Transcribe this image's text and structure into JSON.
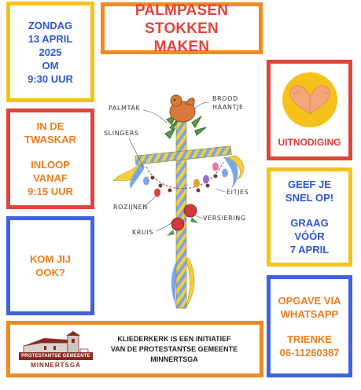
{
  "date_box": {
    "lines": [
      "ZONDAG",
      "13 APRIL",
      "2025",
      "OM",
      "9:30 UUR"
    ]
  },
  "title": {
    "line1": "PALMPASEN STOKKEN",
    "line2": "MAKEN"
  },
  "invitation": {
    "label": "UITNODIGING"
  },
  "place_box": {
    "line1": "IN DE",
    "line2": "TWASKAR",
    "line3": "INLOOP",
    "line4": "VANAF",
    "line5": "9:15 UUR"
  },
  "signup_box": {
    "line1": "GEEF JE",
    "line2": "SNEL OP!",
    "line3": "GRAAG",
    "line4": "VÓÓR",
    "line5": "7 APRIL"
  },
  "question_box": {
    "line1": "KOM JIJ",
    "line2": "OOK?"
  },
  "whatsapp_box": {
    "line1": "OPGAVE VIA",
    "line2": "WHATSAPP",
    "line3": "TRIENKE",
    "line4": "06-11260387"
  },
  "footer": {
    "logo_name": "PROTESTANTSE GEMEENTE",
    "logo_town": "MINNERTSGA",
    "line1": "KLIEDERKERK IS EEN INITIATIEF",
    "line2": "VAN DE PROTESTANTSE GEMEENTE MINNERTSGA"
  },
  "illustration": {
    "labels": {
      "palmtak": "PALMTAK",
      "brood1": "BROOD",
      "brood2": "HAANTJE",
      "slingers": "SLINGERS",
      "eitjes": "EITJES",
      "rozijnen": "ROZIJNEN",
      "versiering": "VERSIERING",
      "kruis": "KRUIS"
    }
  },
  "colors": {
    "yellow": "#f6c21a",
    "blue": "#3f63e0",
    "red": "#e0453a",
    "orange": "#f08a24"
  }
}
